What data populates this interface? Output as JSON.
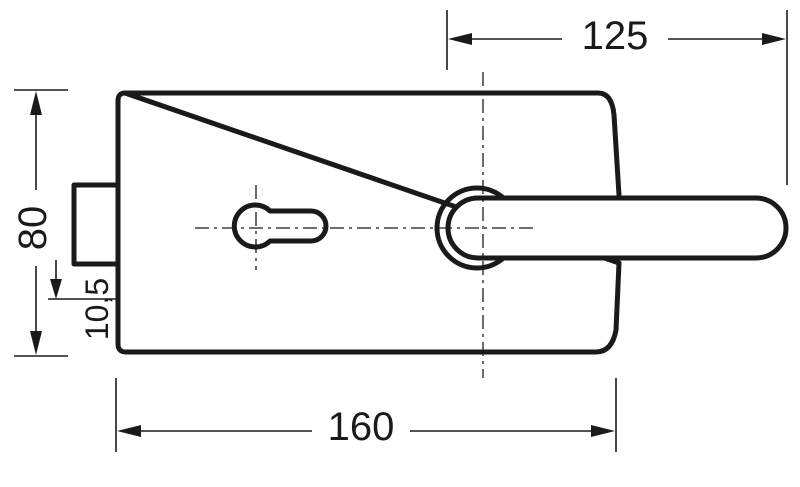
{
  "dimensions": {
    "width_total": "160",
    "width_to_handle": "125",
    "height_total": "80",
    "offset_small": "10,5"
  }
}
